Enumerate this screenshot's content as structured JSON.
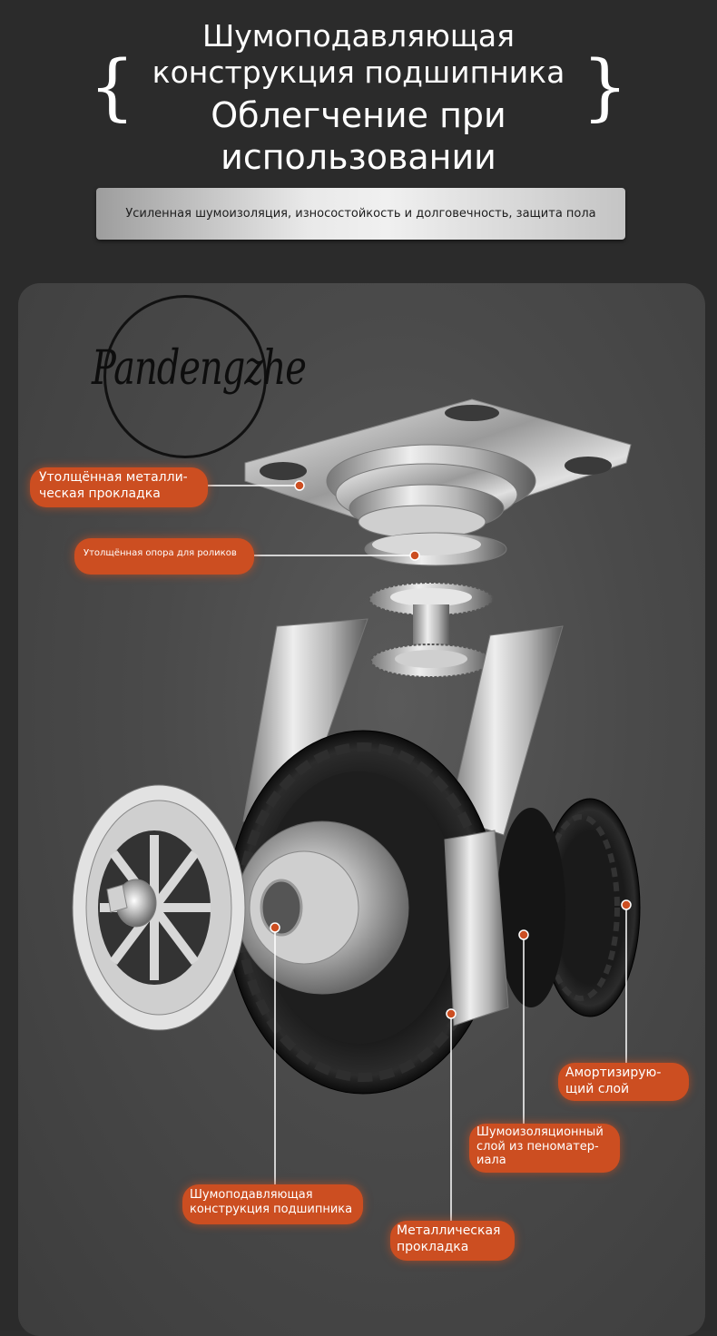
{
  "header": {
    "title_line1": "Шумоподавляющая",
    "title_line2": "конструкция подшипника",
    "title_line3": "Облегчение при",
    "title_line4": "использовании",
    "brace_left": "{",
    "brace_right": "}",
    "subtitle": "Усиленная шумоизоляция, износостойкость и долговечность, защита пола"
  },
  "logo": {
    "text": "Pandengzhe"
  },
  "callouts": {
    "metal_plate_thick": [
      "Утолщённая металли-",
      "ческая прокладка"
    ],
    "roller_support": "Утолщённая опора для роликов",
    "shock_layer": [
      "Амортизирую-",
      "щий слой"
    ],
    "foam_layer": [
      "Шумоизоляционный",
      "слой из пеноматер-",
      "иала"
    ],
    "bearing": [
      "Шумоподавляющая",
      "конструкция подшипника"
    ],
    "metal_plate": [
      "Металлическая",
      "прокладка"
    ]
  },
  "colors": {
    "background": "#2b2b2b",
    "callout": "#cc4e21",
    "text": "#ffffff"
  }
}
